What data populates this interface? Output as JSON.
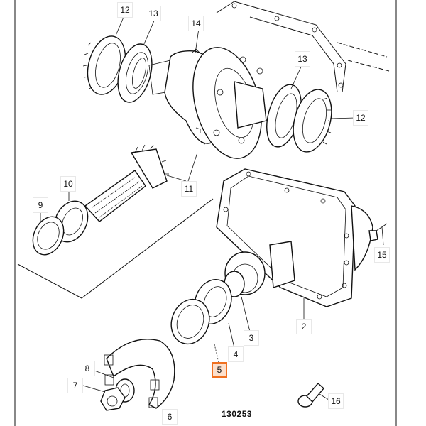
{
  "figure_number": "130253",
  "highlight_color": "#f07020",
  "callouts": [
    {
      "label": "12",
      "part": "bearing-cone-left",
      "active": false
    },
    {
      "label": "13",
      "part": "bearing-cup-left",
      "active": false
    },
    {
      "label": "14",
      "part": "differential-assembly",
      "active": false
    },
    {
      "label": "13",
      "part": "bearing-cup-right",
      "active": false
    },
    {
      "label": "12",
      "part": "bearing-cone-right",
      "active": false
    },
    {
      "label": "11",
      "part": "crown-wheel-pinion",
      "active": false
    },
    {
      "label": "10",
      "part": "pinion-bearing",
      "active": false
    },
    {
      "label": "9",
      "part": "shim",
      "active": false
    },
    {
      "label": "15",
      "part": "breather",
      "active": false
    },
    {
      "label": "2",
      "part": "axle-housing",
      "active": false
    },
    {
      "label": "3",
      "part": "spacer",
      "active": false
    },
    {
      "label": "4",
      "part": "bearing",
      "active": false
    },
    {
      "label": "5",
      "part": "oil-seal",
      "active": true
    },
    {
      "label": "8",
      "part": "washer",
      "active": false
    },
    {
      "label": "7",
      "part": "nut",
      "active": false
    },
    {
      "label": "6",
      "part": "drive-flange",
      "active": false
    },
    {
      "label": "16",
      "part": "bolt",
      "active": false
    }
  ]
}
